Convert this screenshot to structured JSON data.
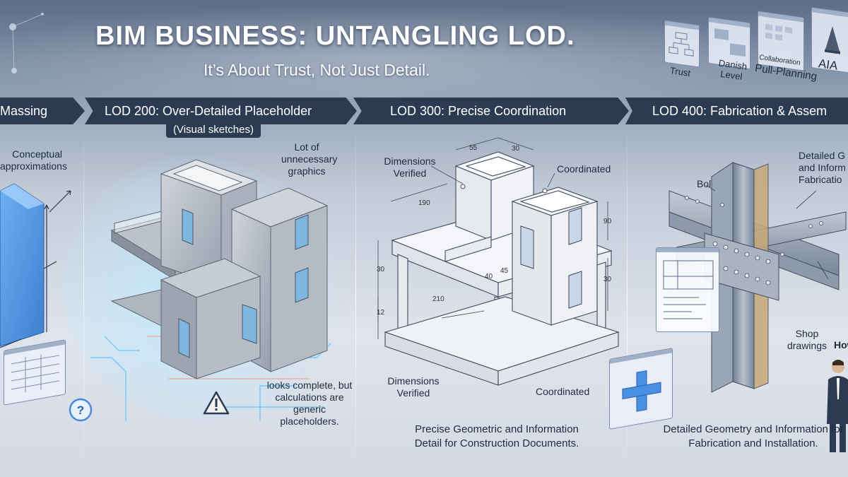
{
  "header": {
    "title": "BIM BUSINESS: UNTANGLING LOD.",
    "subtitle": "It’s About Trust, Not Just Detail."
  },
  "top_right_cards": [
    {
      "label": "Trust"
    },
    {
      "label": "Danish Level"
    },
    {
      "label": "Collaboration"
    },
    {
      "label": "Pull-Planning"
    },
    {
      "label": "AIA"
    }
  ],
  "stages": [
    {
      "chevron": "Massing",
      "callouts": [
        "Conceptual approximations"
      ]
    },
    {
      "chevron": "LOD 200: Over-Detailed Placeholder",
      "badge": "(Visual sketches)",
      "callouts": [
        "Lot of unnecessary graphics"
      ],
      "caption": "looks complete, but calculations are generic placeholders."
    },
    {
      "chevron": "LOD 300: Precise Coordination",
      "callouts": [
        "Dimensions Verified",
        "Coordinated",
        "Dimensions Verified",
        "Coordinated"
      ],
      "dims": [
        "55",
        "30",
        "190",
        "90",
        "30",
        "40",
        "45",
        "30",
        "210",
        "12"
      ],
      "caption": "Precise Geometric and Information Detail for Construction Documents."
    },
    {
      "chevron": "LOD 400: Fabrication & Assem",
      "callouts": [
        "Bolts",
        "Detailed G and Inform Fabricatio",
        "Shop drawings",
        "How"
      ],
      "caption": "Detailed Geometry and Information for Fabrication and Installation."
    }
  ],
  "colors": {
    "banner": "#2c3a52",
    "massing_blue": "#4a90e2",
    "glow": "#4fc3f7",
    "steel": "#8e9aac",
    "warning": "#f2f2f2"
  },
  "icons": [
    "question-icon",
    "warning-icon",
    "person-icon",
    "spreadsheet-icon",
    "flowchart-icon"
  ]
}
